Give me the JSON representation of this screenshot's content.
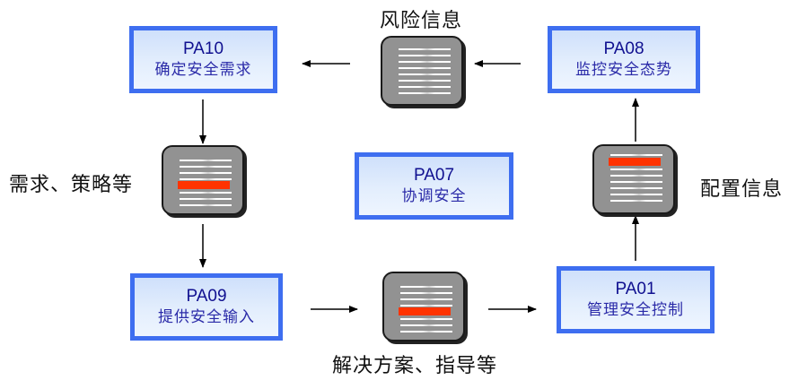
{
  "processes": {
    "pa10": {
      "code": "PA10",
      "name": "确定安全需求"
    },
    "pa08": {
      "code": "PA08",
      "name": "监控安全态势"
    },
    "pa07": {
      "code": "PA07",
      "name": "协调安全"
    },
    "pa09": {
      "code": "PA09",
      "name": "提供安全输入"
    },
    "pa01": {
      "code": "PA01",
      "name": "管理安全控制"
    }
  },
  "documents": {
    "risk": {
      "label": "风险信息"
    },
    "requirements": {
      "label": "需求、策略等"
    },
    "config": {
      "label": "配置信息"
    },
    "solutions": {
      "label": "解决方案、指导等"
    }
  },
  "colors": {
    "box_border": "#3e6ef0",
    "highlight_bar": "#ff3300",
    "doc_fill": "#929292"
  }
}
